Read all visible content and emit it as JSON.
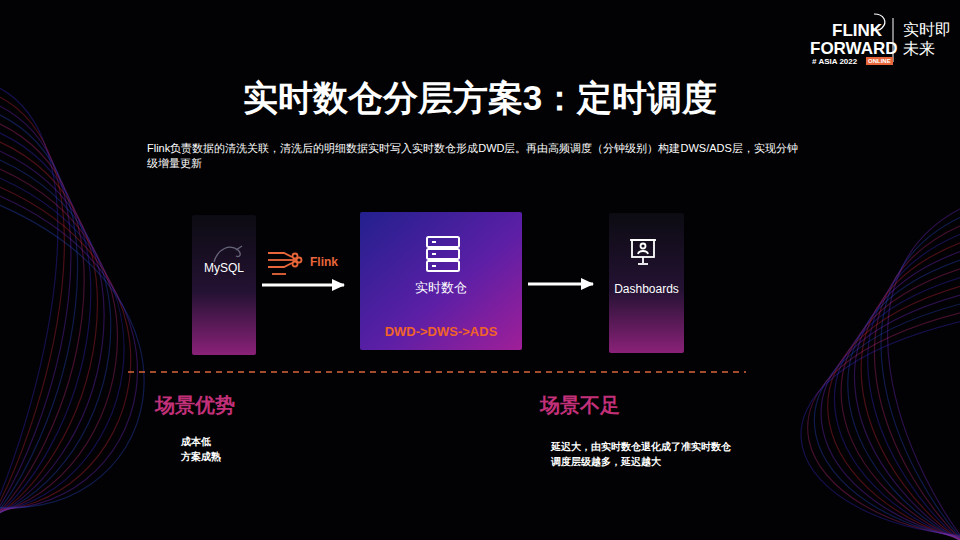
{
  "diagram": {
    "title": "实时数仓分层方案3：定时调度",
    "nodes": [
      {
        "text": [
          "MySQL"
        ]
      },
      {
        "text": [
          "实时数仓",
          "DWD->DWS->ADS"
        ]
      },
      {
        "text": [
          "Dashboards"
        ]
      }
    ],
    "edges": [
      {
        "from": 0,
        "to": 1,
        "arrow": "to",
        "label": "Flink"
      },
      {
        "from": 1,
        "to": 2,
        "arrow": "to"
      }
    ],
    "labels": [
      "Flink负责数据的清洗关联，清洗后的明细数据实时写入实时数仓形成DWD层。再由高频调度（分钟级别）构建DWS/ADS层，实现分钟级增量更新",
      "场景优势",
      "成本低",
      "方案成熟",
      "场景不足",
      "延迟大，由实时数仓退化成了准实时数仓",
      "调度层级越多，延迟越大",
      "FLINK",
      "FORWARD",
      "# ASIA 2022",
      "ONLINE",
      "实时即未来"
    ]
  }
}
